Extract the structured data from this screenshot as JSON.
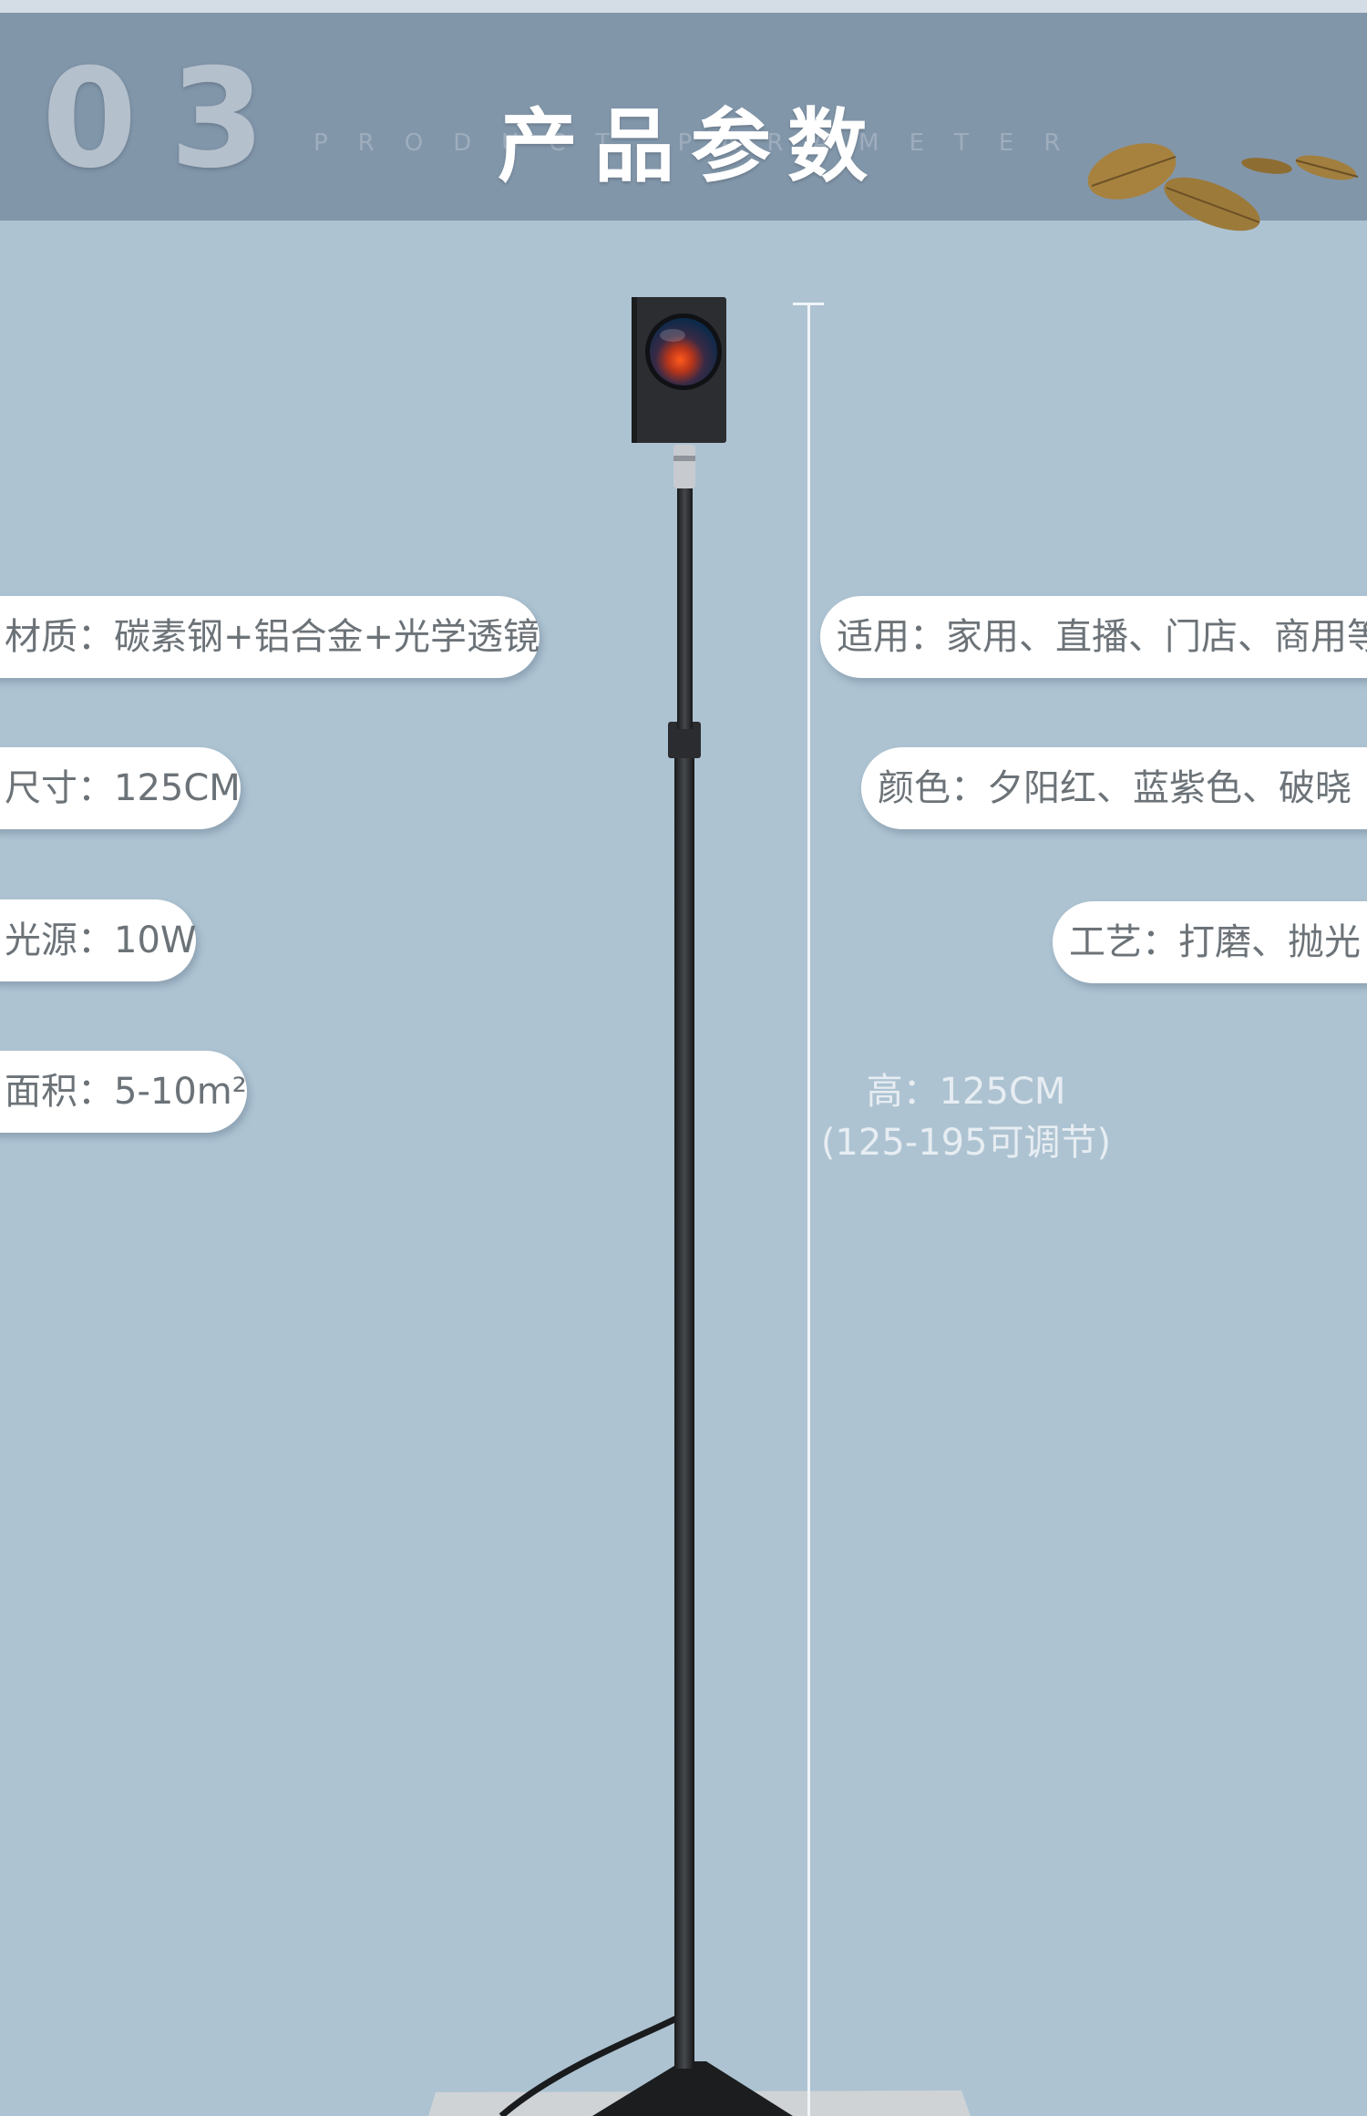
{
  "header": {
    "section_number": "03",
    "title": "产品参数",
    "subtitle": "PRODUCT PARAMETER"
  },
  "specs_left": [
    {
      "text": "材质：碳素钢+铝合金+光学透镜"
    },
    {
      "text": "尺寸：125CM"
    },
    {
      "text": "光源：10W"
    },
    {
      "text": "面积：5-10m²"
    }
  ],
  "specs_right": [
    {
      "text": "适用：家用、直播、门店、商用等"
    },
    {
      "text": "颜色：夕阳红、蓝紫色、破晓"
    },
    {
      "text": "工艺：打磨、抛光"
    }
  ],
  "height_note": {
    "line1": "高：125CM",
    "line2": "(125-195可调节)"
  },
  "colors": {
    "background": "#adc3d2",
    "header": "#8296aa",
    "pill": "#ffffff",
    "pill_text": "#6c7378",
    "lamp": "#1d1f22"
  }
}
